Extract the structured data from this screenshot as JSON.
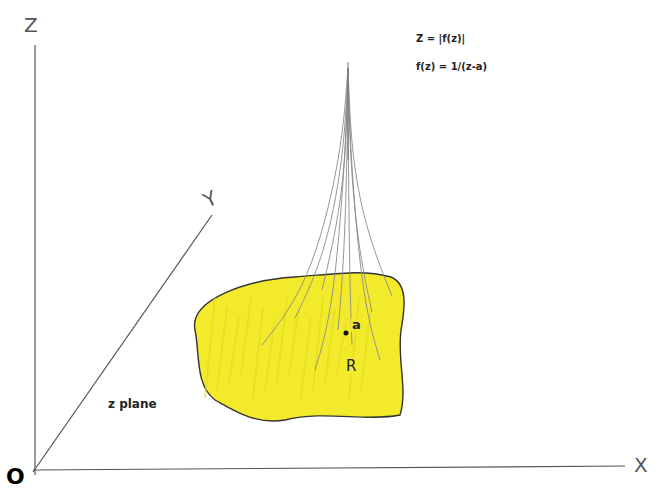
{
  "diagram": {
    "nodes": [
      {
        "text": [
          "a",
          "R"
        ]
      }
    ],
    "labels": [
      "Z",
      "Y",
      "X",
      "O",
      "z plane",
      "Z = |f(z)|",
      "f(z) = 1/(z-a)"
    ]
  }
}
